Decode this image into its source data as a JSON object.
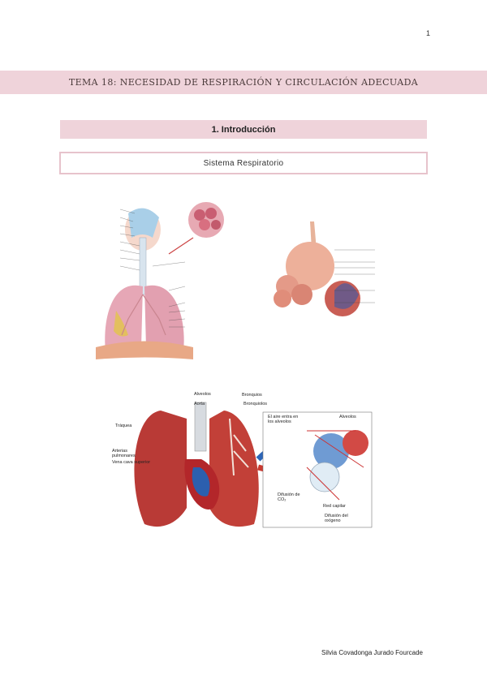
{
  "page_number": "1",
  "title": "TEMA 18: NECESIDAD DE RESPIRACIÓN Y CIRCULACIÓN ADECUADA",
  "section_heading": "1.   Introducción",
  "subsection": "Sistema Respiratorio",
  "figure_bottom": {
    "labels": {
      "alveolos_top": "Alveolos",
      "aorta": "Aorta",
      "traquea": "Tráquea",
      "arterias_pulmonares": "Arterias pulmonares",
      "vena_cava": "Vena cava superior",
      "bronquios": "Bronquios",
      "bronquiolos": "Bronquiolos",
      "aire_entra": "El aire entra en los alveolos",
      "alveolos_right": "Alveolos",
      "difusion_co2": "Difusión de CO₂",
      "red_capilar": "Red capilar",
      "difusion_oxigeno": "Difusión del oxígeno"
    }
  },
  "footer": "Silvia Covadonga Jurado Fourcade"
}
